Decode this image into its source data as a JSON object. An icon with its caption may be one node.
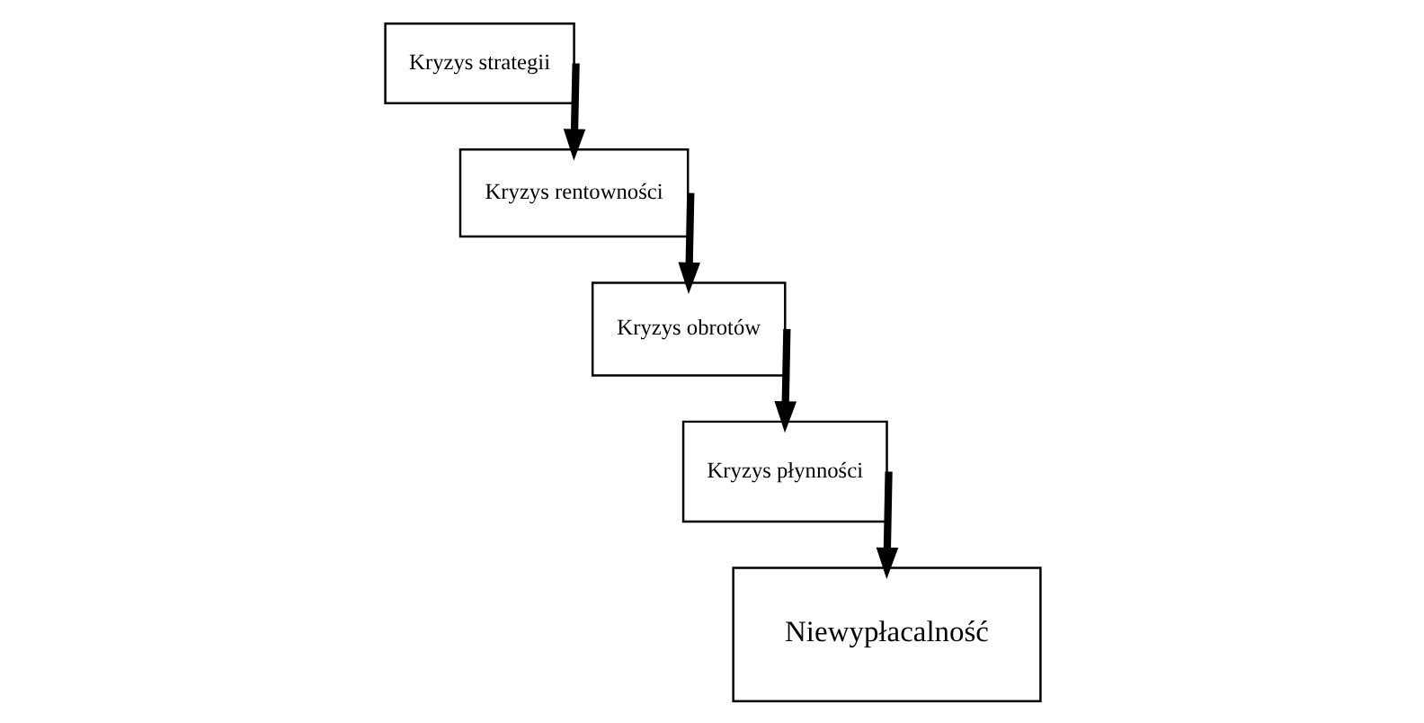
{
  "diagram": {
    "nodes": [
      {
        "text": [
          "Kryzys strategii"
        ]
      },
      {
        "text": [
          "Kryzys rentowności"
        ]
      },
      {
        "text": [
          "Kryzys obrotów"
        ]
      },
      {
        "text": [
          "Kryzys płynności"
        ]
      },
      {
        "text": [
          "Niewypłacalność"
        ]
      }
    ],
    "edges": [
      {
        "from": 0,
        "to": 1,
        "arrow": "to"
      },
      {
        "from": 1,
        "to": 2,
        "arrow": "to"
      },
      {
        "from": 2,
        "to": 3,
        "arrow": "to"
      },
      {
        "from": 3,
        "to": 4,
        "arrow": "to"
      }
    ]
  }
}
